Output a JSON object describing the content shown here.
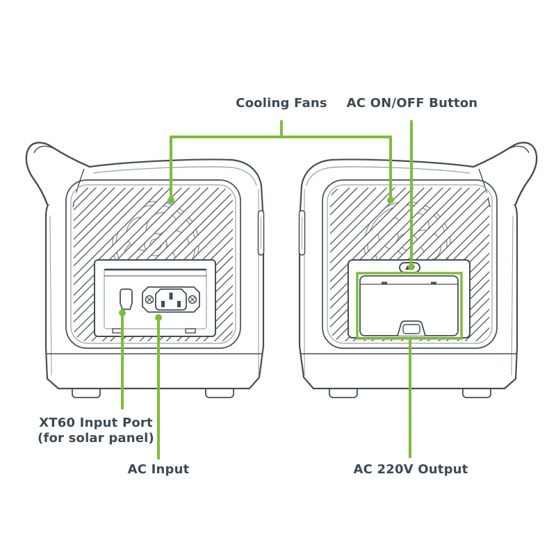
{
  "colors": {
    "accent_green": "#80BB3D",
    "outline_dark": "#434E56",
    "outline_light": "#98A1A8",
    "label_text": "#3E4952",
    "background": "#FFFFFF"
  },
  "callouts": {
    "cooling_fans": {
      "label": "Cooling Fans",
      "targets": [
        "left-unit-fan",
        "right-unit-fan"
      ]
    },
    "ac_on_off": {
      "label": "AC ON/OFF Button",
      "target": "right-unit-power-button"
    },
    "xt60": {
      "label": "XT60 Input Port",
      "sublabel": "(for solar panel)",
      "target": "left-unit-xt60-port"
    },
    "ac_input": {
      "label": "AC Input",
      "target": "left-unit-ac-inlet"
    },
    "ac_output": {
      "label": "AC 220V Output",
      "target": "right-unit-ac-output-cover"
    }
  },
  "parts": [
    "carry-handle",
    "cooling-fan",
    "vent-grille",
    "xt60-input-port",
    "ac-input-inlet",
    "ac-on-off-button",
    "ac-220v-output-cover",
    "output-highlight-box"
  ]
}
